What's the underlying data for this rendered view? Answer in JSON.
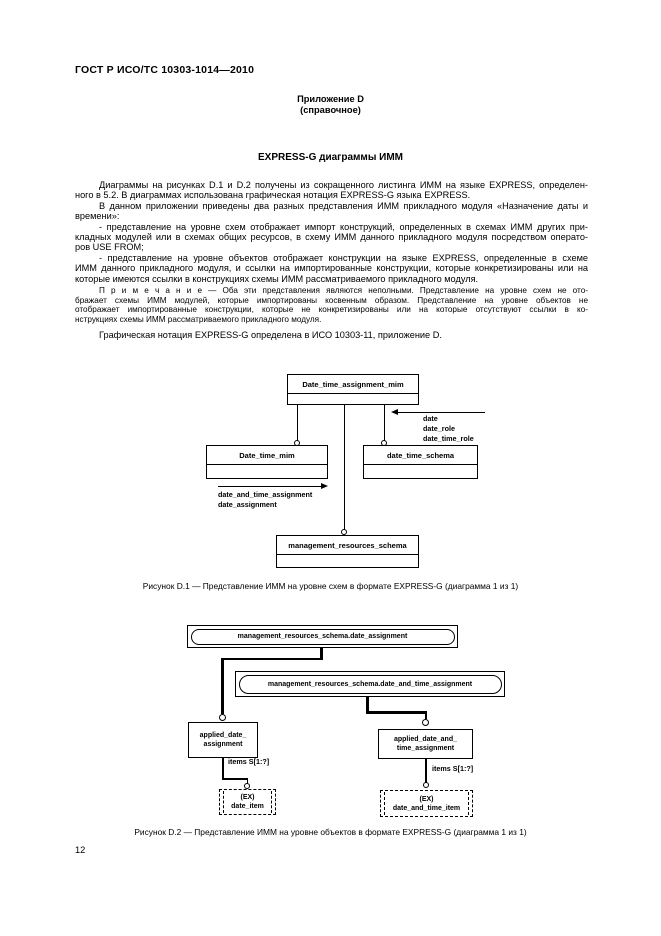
{
  "header": {
    "doc_number": "ГОСТ Р ИСО/ТС 10303-1014—2010",
    "annex_label": "Приложение D",
    "annex_note": "(справочное)",
    "section_title": "EXPRESS-G диаграммы ИММ"
  },
  "body": {
    "p1": {
      "lines": [
        "Диаграммы на рисунках D.1 и D.2 получены из сокращенного листинга ИММ на языке EXPRESS, определен-",
        "ного в 5.2. В диаграммах использована графическая нотация EXPRESS-G языка EXPRESS."
      ]
    },
    "p2": {
      "lines": [
        "В данном приложении приведены два разных представления ИММ прикладного модуля «Назначение даты и",
        "времени»:"
      ]
    },
    "p3": {
      "lines": [
        "- представление на уровне схем отображает импорт конструкций, определенных в схемах ИММ других при-",
        "кладных модулей или в схемах общих ресурсов, в схему ИММ данного прикладного модуля посредством операто-",
        "ров USE FROM;"
      ]
    },
    "p4": {
      "lines": [
        "- представление на уровне объектов отображает конструкции на языке EXPRESS, определенные в схеме",
        "ИММ данного прикладного модуля, и ссылки на импортированные конструкции, которые конкретизированы или на",
        "которые имеются ссылки в конструкциях схемы ИММ рассматриваемого прикладного модуля."
      ]
    },
    "note": {
      "lines": [
        "П р и м е ч а н и е — Оба эти представления являются неполными. Представление на уровне схем не ото-",
        "бражает схемы ИММ модулей, которые импортированы косвенным образом. Представление на уровне объектов не",
        "отображает импортированные конструкции, которые не конкретизированы или на которые отсутствуют ссылки в ко-",
        "нструкциях схемы ИММ рассматриваемого прикладного модуля."
      ]
    },
    "closing": "Графическая нотация EXPRESS-G определена в ИСО 10303-11, приложение D."
  },
  "figure1": {
    "caption": "Рисунок D.1 — Представление ИММ на уровне схем в формате EXPRESS-G (диаграмма 1 из 1)",
    "box_top": "Date_time_assignment_mim",
    "box_left": "Date_time_mim",
    "box_right": "date_time_schema",
    "box_bottom": "management_resources_schema",
    "in_labels": [
      "date",
      "date_role",
      "date_time_role"
    ],
    "out_labels": [
      "date_and_time_assignment",
      "date_assignment"
    ]
  },
  "figure2": {
    "caption": "Рисунок D.2 — Представление ИММ на уровне объектов в формате EXPRESS-G (диаграмма 1 из 1)",
    "ref1": "management_resources_schema.date_assignment",
    "ref2": "management_resources_schema.date_and_time_assignment",
    "entity1": {
      "line1": "applied_date_",
      "line2": "assignment"
    },
    "entity2": {
      "line1": "applied_date_and_",
      "line2": "time_assignment"
    },
    "items1": "items S[1:?]",
    "items2": "items S[1:?]",
    "select1": {
      "line1": "(EX)",
      "line2": "date_item"
    },
    "select2": {
      "line1": "(EX)",
      "line2": "date_and_time_item"
    }
  },
  "footer": {
    "page_number": "12"
  }
}
